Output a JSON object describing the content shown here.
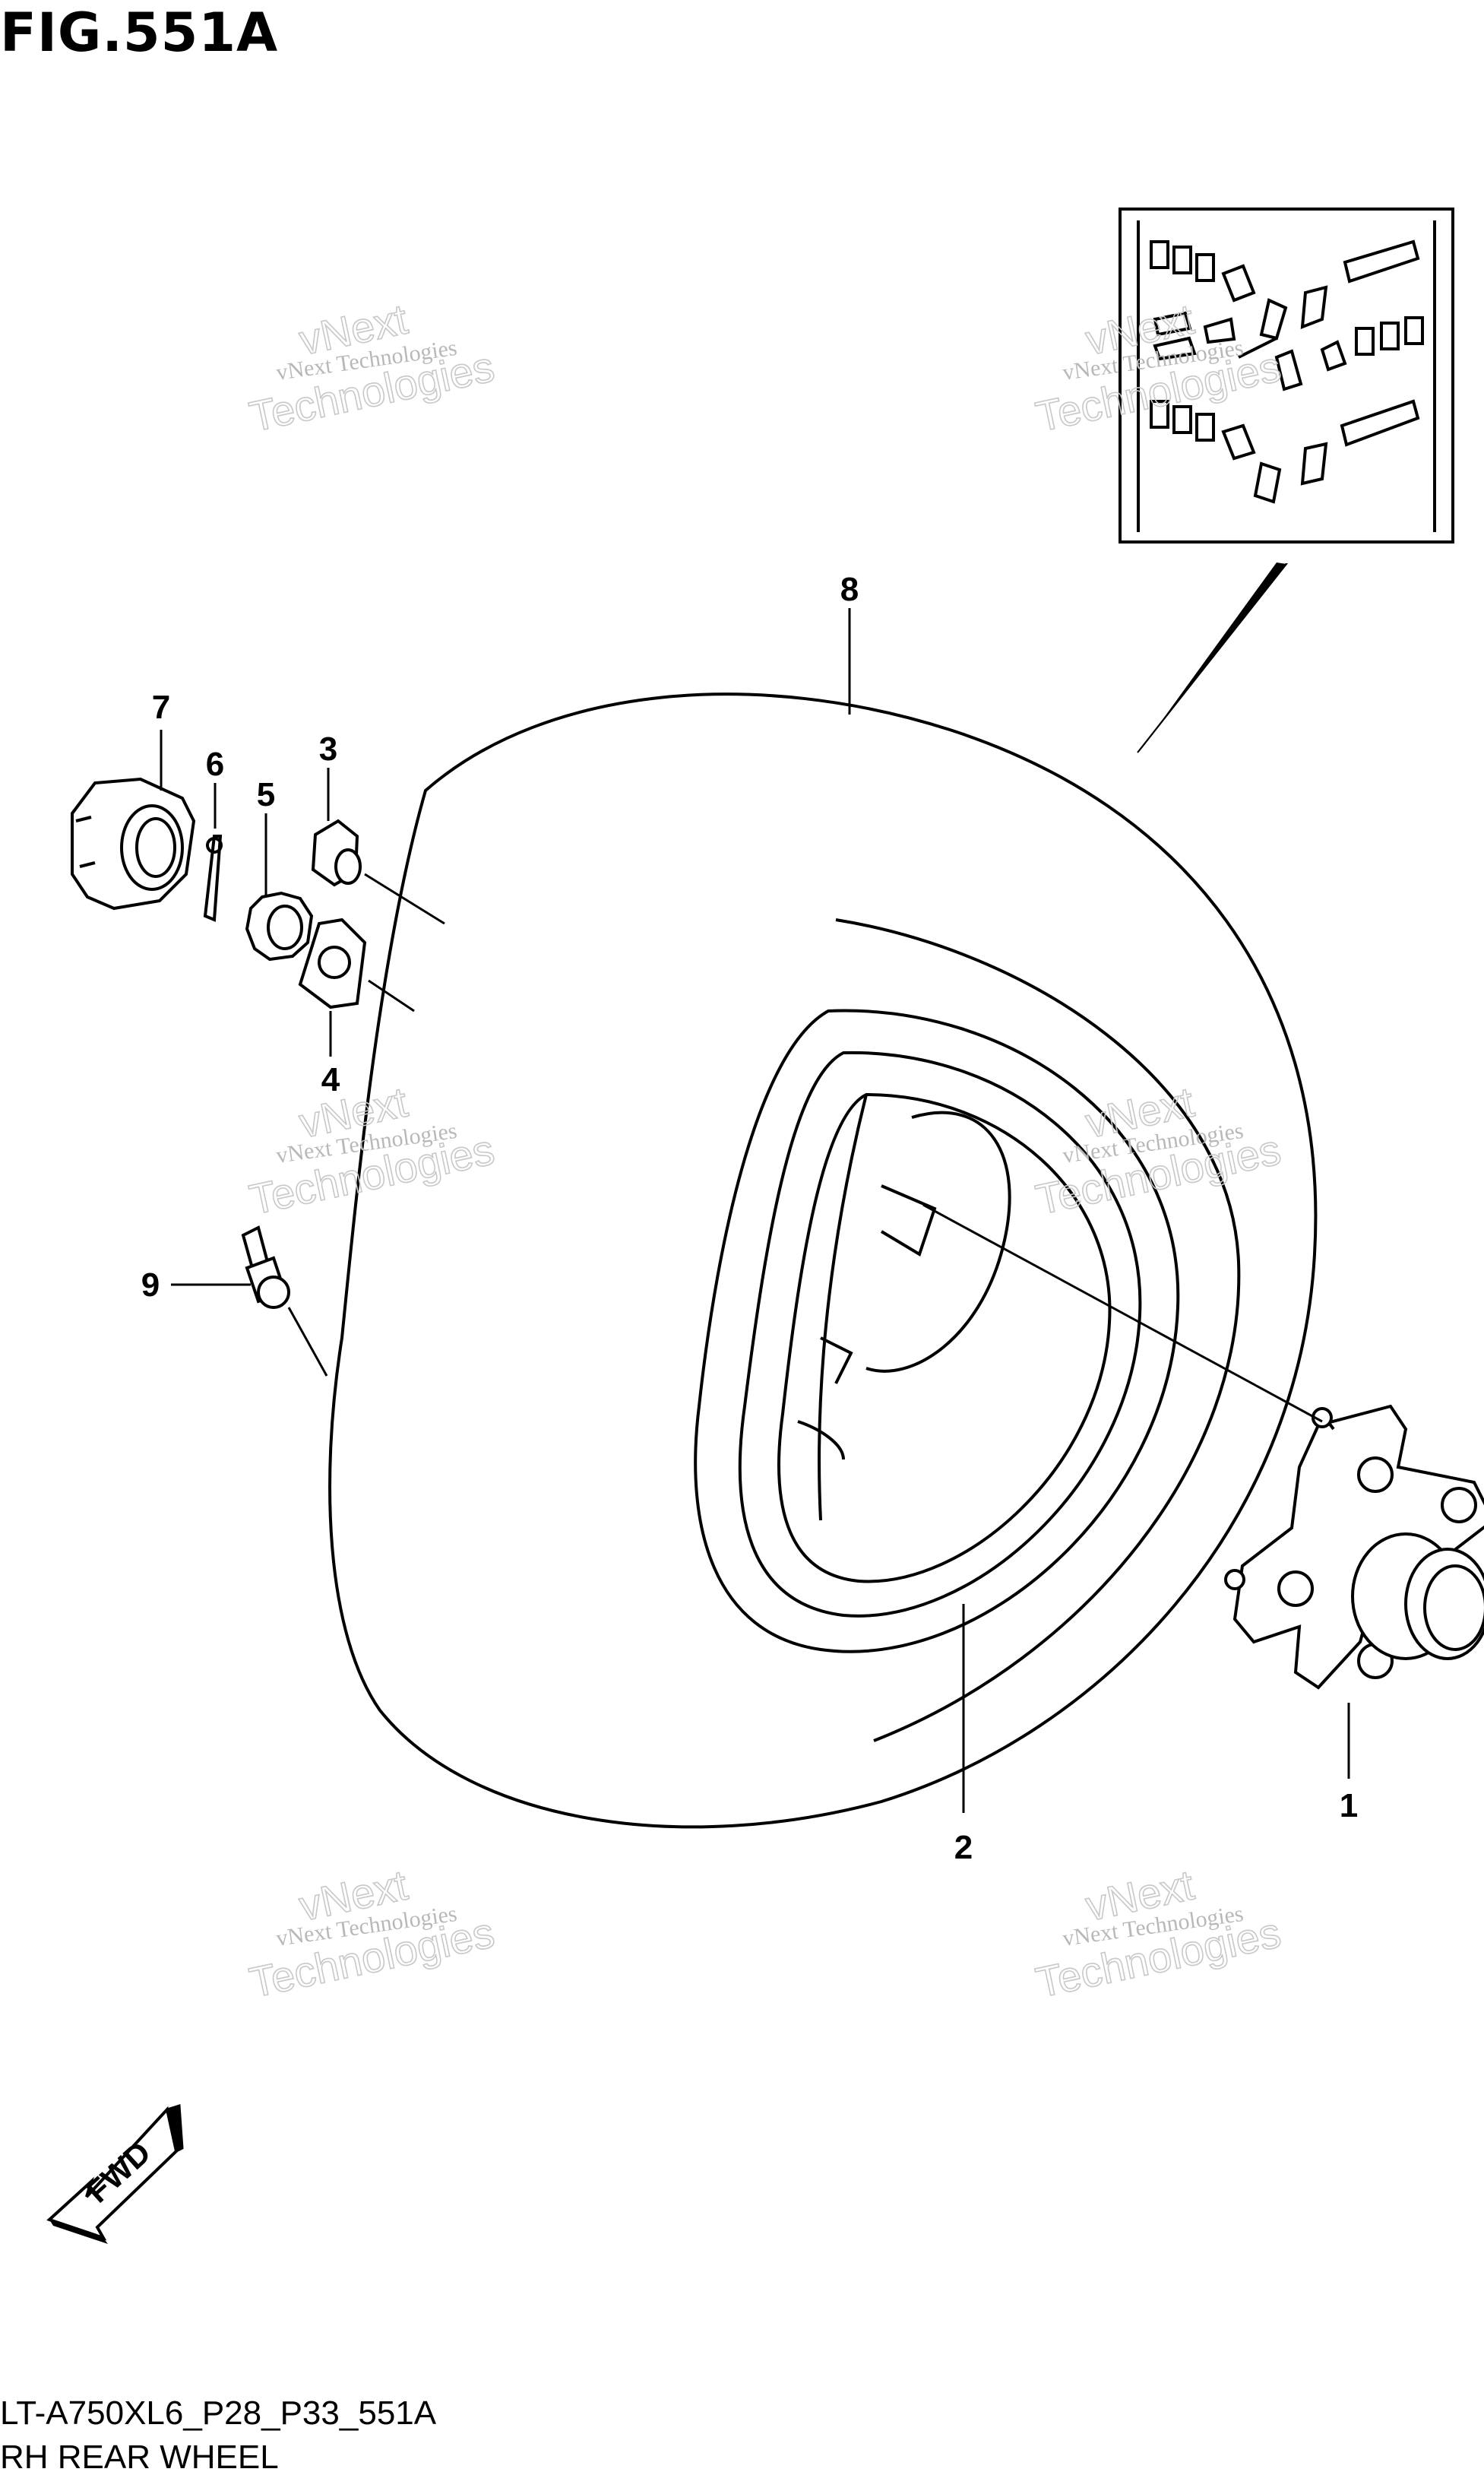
{
  "figure": {
    "title": "FIG.551A",
    "model_code": "LT-A750XL6_P28_P33_551A",
    "caption": "RH REAR WHEEL"
  },
  "callouts": [
    "1",
    "2",
    "3",
    "4",
    "5",
    "6",
    "7",
    "8",
    "9"
  ],
  "watermark": {
    "line1": "vNext Technologies",
    "line2": "vNext",
    "line3": "Technologies"
  },
  "direction_arrow": {
    "label": "FWD"
  },
  "colors": {
    "ink": "#000000",
    "watermark": "#c0c0c0",
    "paper": "#ffffff"
  }
}
